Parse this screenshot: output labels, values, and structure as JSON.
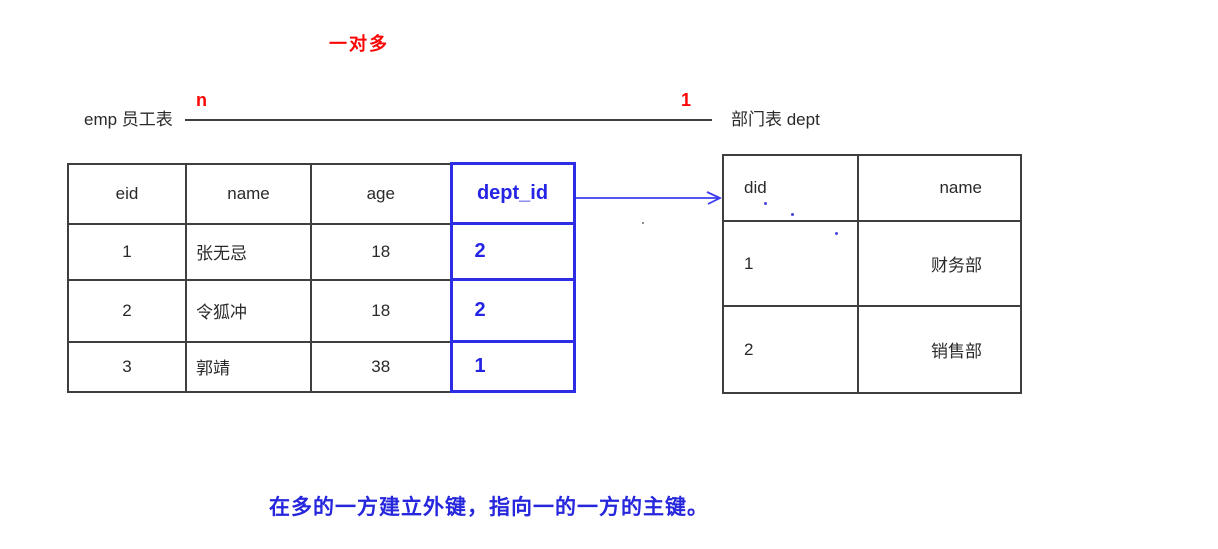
{
  "title": "一对多",
  "relationship": {
    "left_table_label": "emp 员工表",
    "many_cardinality": "n",
    "one_cardinality": "1",
    "right_table_label": "部门表 dept"
  },
  "emp_table": {
    "headers": [
      "eid",
      "name",
      "age",
      "dept_id"
    ],
    "rows": [
      [
        "1",
        "张无忌",
        "18",
        "2"
      ],
      [
        "2",
        "令狐冲",
        "18",
        "2"
      ],
      [
        "3",
        "郭靖",
        "38",
        "1"
      ]
    ]
  },
  "dept_table": {
    "headers": [
      "did",
      "name"
    ],
    "rows": [
      [
        "1",
        "财务部"
      ],
      [
        "2",
        "销售部"
      ]
    ]
  },
  "caption": "在多的一方建立外键，指向一的一方的主键。",
  "colors": {
    "accent_red": "#fb0505",
    "accent_blue": "#2b2be0",
    "table_border": "#3e3e3e",
    "text": "#2a2a2a"
  }
}
